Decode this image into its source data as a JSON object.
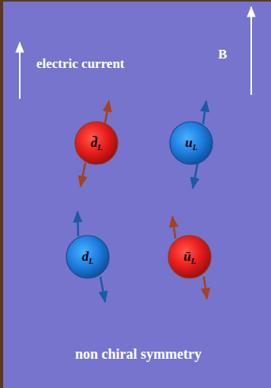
{
  "diagram": {
    "nodes": [
      {
        "text": [
          "d̄",
          "L"
        ]
      },
      {
        "text": [
          "u",
          "L"
        ]
      },
      {
        "text": [
          "d",
          "L"
        ]
      },
      {
        "text": [
          "ū",
          "L"
        ]
      }
    ],
    "labels": [
      "electric current",
      "B",
      "non chiral symmetry"
    ]
  }
}
